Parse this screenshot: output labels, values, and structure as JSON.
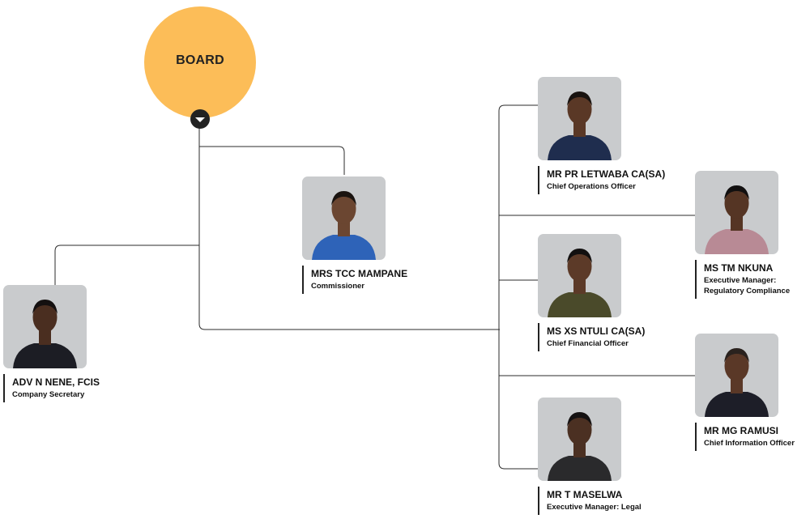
{
  "board": {
    "label": "BOARD"
  },
  "people": [
    {
      "name": "MRS TCC MAMPANE",
      "role": "Commissioner",
      "skin": "#6b4631",
      "shirt": "#2e63b8",
      "hair": "#1a1410"
    },
    {
      "name": "ADV N NENE, FCIS",
      "role": "Company Secretary",
      "skin": "#4a2e20",
      "shirt": "#1c1d24",
      "hair": "#141010"
    },
    {
      "name": "MR PR LETWABA CA(SA)",
      "role": "Chief Operations Officer",
      "skin": "#5a3826",
      "shirt": "#1f2d4e",
      "hair": "#191310"
    },
    {
      "name": "MS XS NTULI CA(SA)",
      "role": "Chief Financial Officer",
      "skin": "#5c3a28",
      "shirt": "#4a4a2a",
      "hair": "#121010"
    },
    {
      "name": "MR T MASELWA",
      "role": "Executive Manager: Legal",
      "skin": "#4b3022",
      "shirt": "#2a2a2c",
      "hair": "#151212"
    },
    {
      "name": "MS TM NKUNA",
      "role": "Executive Manager:",
      "role2": "Regulatory Compliance",
      "skin": "#553524",
      "shirt": "#b88a95",
      "hair": "#121010"
    },
    {
      "name": "MR MG RAMUSI",
      "role": "Chief Information Officer",
      "skin": "#5a3827",
      "shirt": "#1d1e28",
      "hair": "#2a221e"
    }
  ]
}
